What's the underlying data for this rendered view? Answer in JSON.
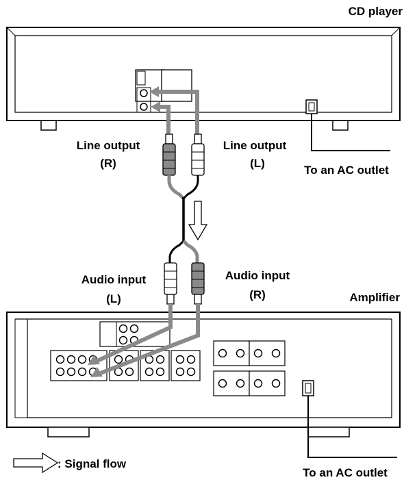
{
  "labels": {
    "cd_player": "CD player",
    "line_output_r": "Line output",
    "line_output_r_ch": "(R)",
    "line_output_l": "Line output",
    "line_output_l_ch": "(L)",
    "ac_outlet_top": "To an AC outlet",
    "audio_input_l": "Audio input",
    "audio_input_l_ch": "(L)",
    "audio_input_r": "Audio input",
    "audio_input_r_ch": "(R)",
    "amplifier": "Amplifier",
    "signal_flow": ": Signal flow",
    "ac_outlet_bottom": "To an AC outlet"
  },
  "icons": {
    "signal_flow": "hollow-arrow-icon",
    "ac_plug": "ac-plug-icon",
    "rca_plug": "rca-plug-icon"
  },
  "colors": {
    "line": "#000000",
    "signal_path": "#8a8a8a",
    "background": "#ffffff"
  }
}
